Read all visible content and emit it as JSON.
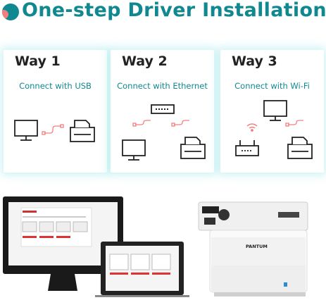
{
  "header": {
    "title": "One-step Driver Installation",
    "accent": "#10888f",
    "logo_accent": "#f08080"
  },
  "ways": [
    {
      "title": "Way 1",
      "subtitle": "Connect with USB",
      "icons": [
        "monitor-icon",
        "cable-icon",
        "printer-icon"
      ]
    },
    {
      "title": "Way 2",
      "subtitle": "Connect with Ethernet",
      "icons": [
        "router-switch-icon",
        "cable-icon",
        "monitor-icon",
        "printer-icon"
      ]
    },
    {
      "title": "Way 3",
      "subtitle": "Connect with Wi-Fi",
      "icons": [
        "monitor-icon",
        "wifi-icon",
        "router-icon",
        "printer-icon"
      ]
    }
  ],
  "photo": {
    "brand": "PANTUM",
    "devices": [
      "desktop-monitor",
      "laptop",
      "laser-printer"
    ]
  }
}
